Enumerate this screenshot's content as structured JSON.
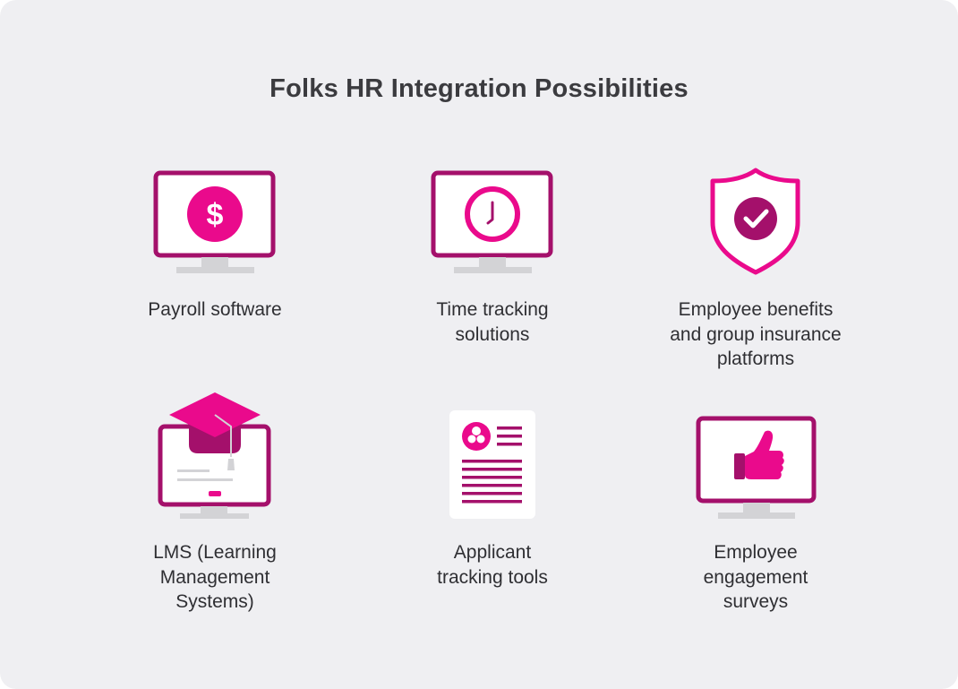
{
  "title": "Folks HR Integration Possibilities",
  "colors": {
    "background": "#efeff2",
    "magenta": "#ea0a8c",
    "plum": "#a4106b",
    "stand_gray": "#d3d3d6",
    "text": "#2f2f33"
  },
  "items": [
    {
      "label": "Payroll software",
      "icon": "monitor-dollar-icon"
    },
    {
      "label": "Time tracking\nsolutions",
      "icon": "monitor-clock-icon"
    },
    {
      "label": "Employee benefits\nand group insurance\nplatforms",
      "icon": "shield-check-icon"
    },
    {
      "label": "LMS (Learning\nManagement\nSystems)",
      "icon": "monitor-graduation-cap-icon"
    },
    {
      "label": "Applicant\ntracking tools",
      "icon": "resume-document-icon"
    },
    {
      "label": "Employee\nengagement\nsurveys",
      "icon": "monitor-thumbs-up-icon"
    }
  ]
}
